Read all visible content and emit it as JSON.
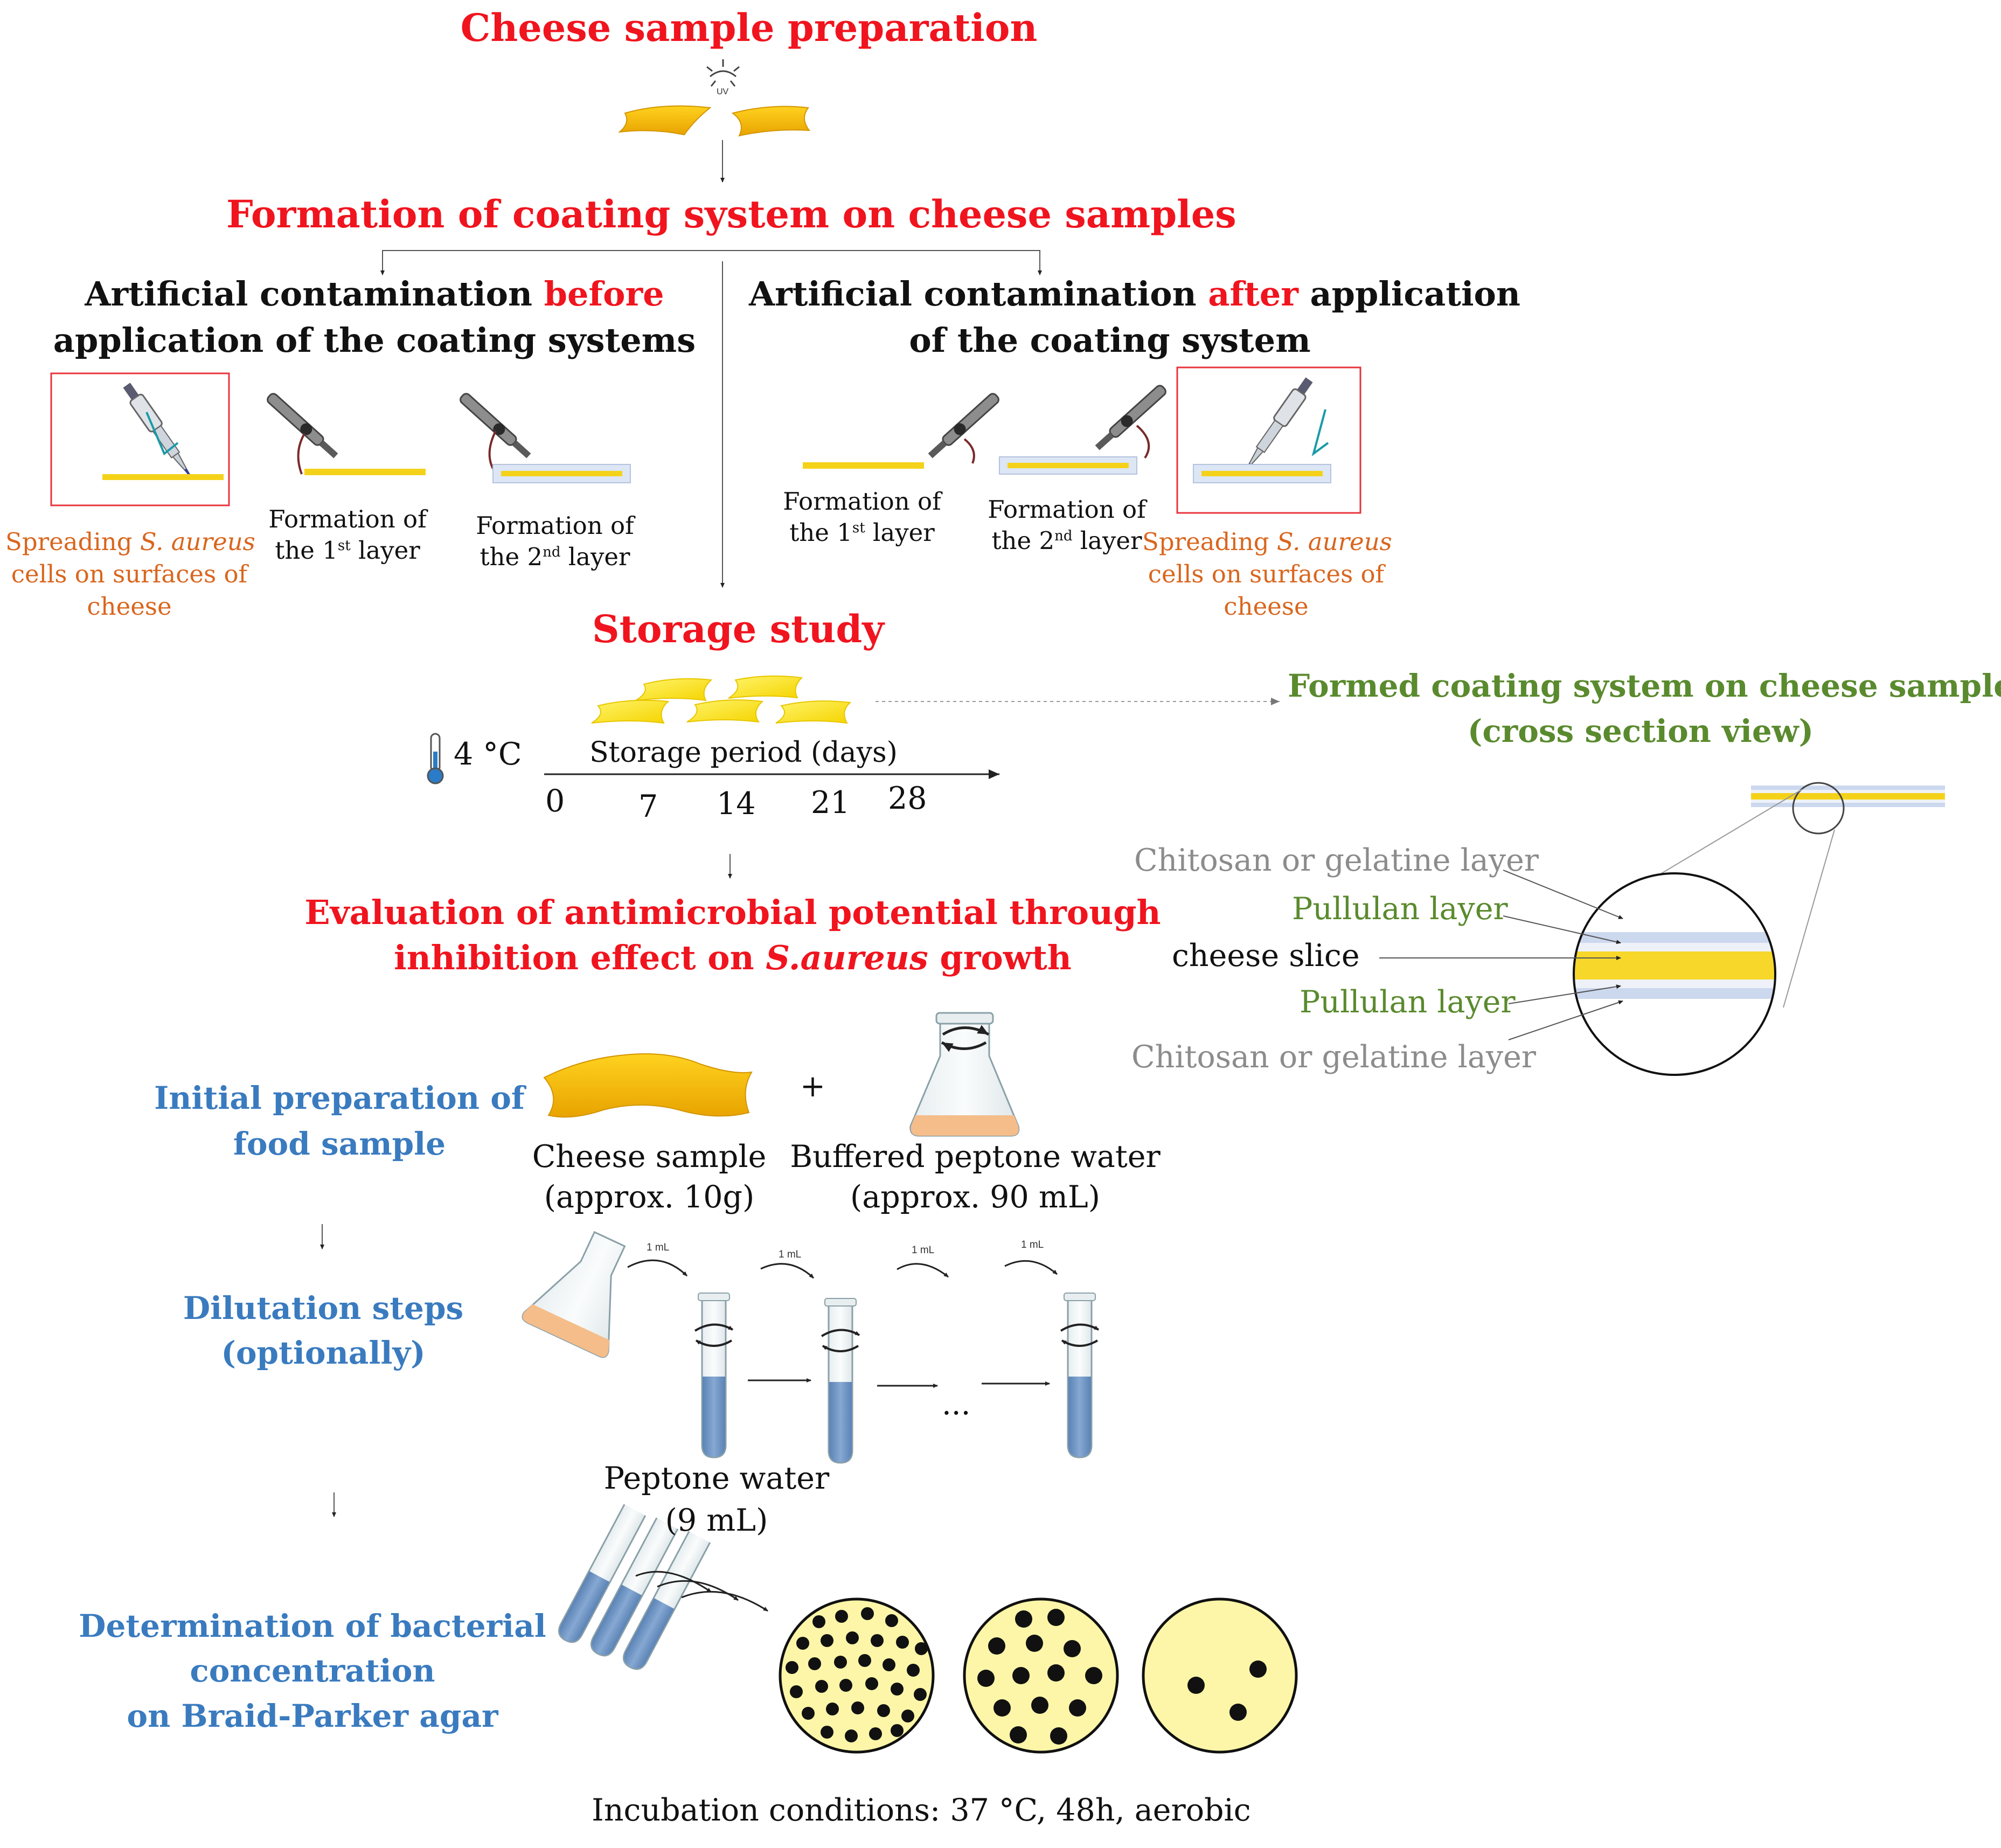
{
  "titles": {
    "cheese_prep": "Cheese sample preparation",
    "formation": "Formation of coating system on cheese samples",
    "storage": "Storage study",
    "evaluation_line1": "Evaluation of antimicrobial potential through",
    "evaluation_line2_a": "inhibition effect on ",
    "evaluation_line2_b": "S.aureus",
    "evaluation_line2_c": " growth"
  },
  "uv_label": "UV",
  "branch_before": {
    "line1_a": "Artificial contamination ",
    "line1_b": "before",
    "line2": "application of the coating systems",
    "spread_a": "Spreading ",
    "spread_b": "S. aureus",
    "spread_line2": "cells on surfaces of",
    "spread_line3": "cheese",
    "layer1_line1": "Formation of",
    "layer1_line2_a": "the 1",
    "layer1_sup": "st",
    "layer1_line2_b": " layer",
    "layer2_line1": "Formation of",
    "layer2_line2_a": "the 2",
    "layer2_sup": "nd",
    "layer2_line2_b": " layer"
  },
  "branch_after": {
    "line1_a": "Artificial contamination ",
    "line1_b": "after",
    "line1_c": " application",
    "line2": "of the coating system",
    "layer1_line1": "Formation of",
    "layer1_line2_a": "the 1",
    "layer1_sup": "st",
    "layer1_line2_b": " layer",
    "layer2_line1": "Formation of",
    "layer2_line2_a": "the 2",
    "layer2_sup": "nd",
    "layer2_line2_b": " layer",
    "spread_a": "Spreading ",
    "spread_b": "S. aureus",
    "spread_line2": "cells on surfaces of",
    "spread_line3": "cheese"
  },
  "storage": {
    "temperature": "4 °C",
    "axis_label": "Storage period (days)",
    "days": [
      "0",
      "7",
      "14",
      "21",
      "28"
    ]
  },
  "cross_section": {
    "title_line1": "Formed coating system on cheese sample",
    "title_line2": "(cross section view)",
    "layers": [
      "Chitosan or gelatine layer",
      "Pullulan layer",
      "cheese slice",
      "Pullulan layer",
      "Chitosan or gelatine layer"
    ]
  },
  "steps": {
    "initial_line1": "Initial preparation of",
    "initial_line2": "food sample",
    "dilution_line1": "Dilutation steps",
    "dilution_line2": "(optionally)",
    "determination_line1": "Determination of bacterial",
    "determination_line2": "concentration",
    "determination_line3": "on Braid-Parker agar"
  },
  "materials": {
    "plus": "+",
    "cheese_line1": "Cheese sample",
    "cheese_line2": "(approx. 10g)",
    "bpw_line1": "Buffered peptone water",
    "bpw_line2": "(approx. 90 mL)",
    "transfer": "1 mL",
    "ellipsis": "...",
    "pw_line1": "Peptone water",
    "pw_line2": "(9 mL)"
  },
  "incubation": "Incubation conditions: 37 °C, 48h, aerobic",
  "colors": {
    "title_red": "#f0141e",
    "label_orange": "#d9661e",
    "green": "#5a8a2e",
    "blue": "#3a7bbf",
    "cheese_yellow": "#f5c400",
    "layer_lavender": "#c9d6ee",
    "agar": "#fdf6a8",
    "tube_fill": "#6f95c4"
  }
}
